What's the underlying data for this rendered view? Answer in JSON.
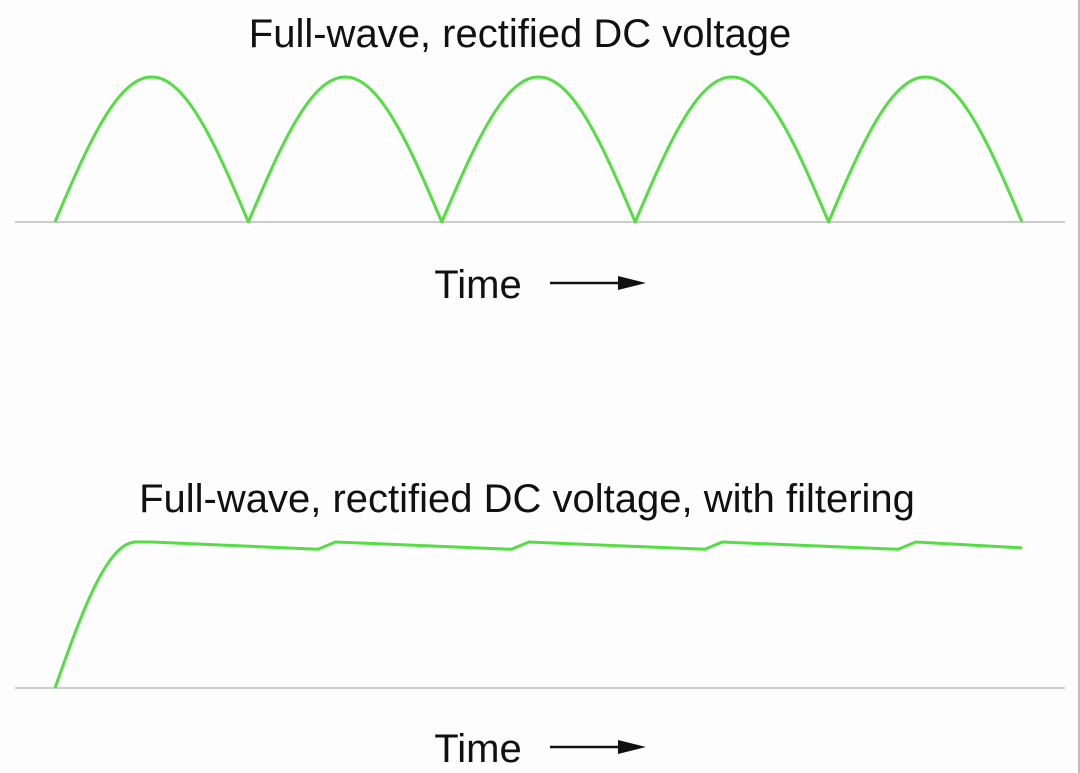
{
  "chart_data": [
    {
      "type": "line",
      "title": "Full-wave, rectified DC voltage",
      "xlabel": "Time",
      "ylabel": "",
      "x_range_periods": [
        0,
        5
      ],
      "ylim": [
        0,
        1
      ],
      "grid": false,
      "legend": "none",
      "color": "#55dd44",
      "series": [
        {
          "x": [
            0,
            0.25,
            0.5,
            0.75,
            1,
            1.25,
            1.5,
            1.75,
            2,
            2.25,
            2.5,
            2.75,
            3,
            3.25,
            3.5,
            3.75,
            4,
            4.25,
            4.5,
            4.75,
            5
          ],
          "values": [
            0,
            0.71,
            1,
            0.71,
            0,
            0.71,
            1,
            0.71,
            0,
            0.71,
            1,
            0.71,
            0,
            0.71,
            1,
            0.71,
            0,
            0.71,
            1,
            0.71,
            0
          ]
        }
      ]
    },
    {
      "type": "line",
      "title": "Full-wave, rectified DC voltage, with filtering",
      "xlabel": "Time",
      "ylabel": "",
      "x_range_periods": [
        0,
        5
      ],
      "ylim": [
        0,
        1
      ],
      "grid": false,
      "legend": "none",
      "color": "#55dd44",
      "series": [
        {
          "x": [
            0,
            0.1,
            0.2,
            0.3,
            0.5,
            1.36,
            1.45,
            2.36,
            2.45,
            3.36,
            3.45,
            4.36,
            4.45,
            5
          ],
          "values": [
            0,
            0.62,
            0.9,
            0.99,
            1.0,
            0.95,
            1.0,
            0.95,
            1.0,
            0.95,
            1.0,
            0.95,
            1.0,
            0.96
          ]
        }
      ]
    }
  ]
}
